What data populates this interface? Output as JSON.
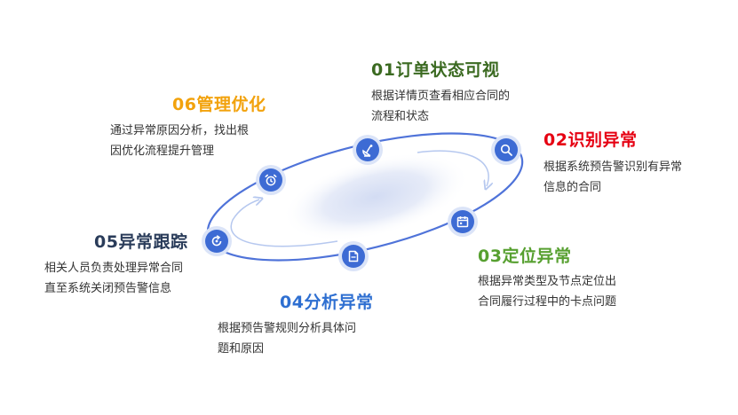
{
  "colors": {
    "node_fill": "#3d6bd4",
    "node_halo": "#dbe4f8",
    "ring_outer": "#4f73d9",
    "ring_inner": "#b6c8ef",
    "title_01": "#3b6a21",
    "title_02": "#e60012",
    "title_03": "#57a030",
    "title_04": "#2e6fd1",
    "title_05": "#2a3c5a",
    "title_06": "#f2a20c"
  },
  "steps": [
    {
      "title": "01订单状态可视",
      "desc": [
        "根据详情页查看相应合同的",
        "流程和状态"
      ],
      "icon": "satellite-dish-icon"
    },
    {
      "title": "02识别异常",
      "desc": [
        "根据系统预告警识别有异常",
        "信息的合同"
      ],
      "icon": "magnifier-icon"
    },
    {
      "title": "03定位异常",
      "desc": [
        "根据异常类型及节点定位出",
        "合同履行过程中的卡点问题"
      ],
      "icon": "calendar-icon"
    },
    {
      "title": "04分析异常",
      "desc": [
        "根据预告警规则分析具体问",
        "题和原因"
      ],
      "icon": "document-icon"
    },
    {
      "title": "05异常跟踪",
      "desc": [
        "相关人员负责处理异常合同",
        "直至系统关闭预告警信息"
      ],
      "icon": "cycle-icon"
    },
    {
      "title": "06管理优化",
      "desc": [
        "通过异常原因分析，找出根",
        "因优化流程提升管理"
      ],
      "icon": "alarm-clock-icon"
    }
  ]
}
